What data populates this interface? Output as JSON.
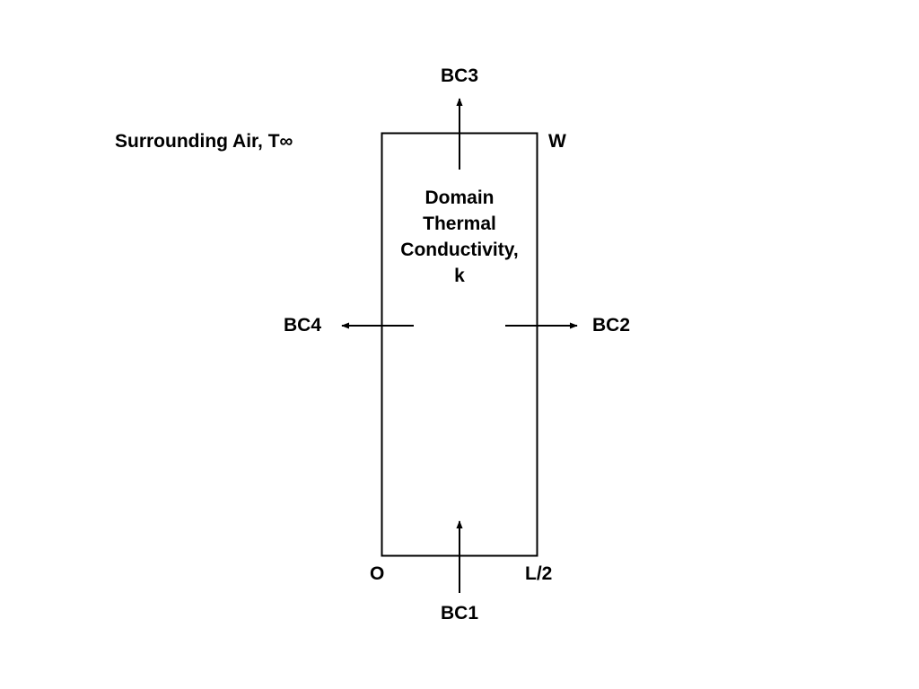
{
  "surrounding": {
    "label": "Surrounding Air, T∞"
  },
  "domain": {
    "lines": [
      "Domain",
      "Thermal",
      "Conductivity,",
      "k"
    ]
  },
  "boundary_conditions": {
    "bc1": "BC1",
    "bc2": "BC2",
    "bc3": "BC3",
    "bc4": "BC4"
  },
  "corners": {
    "origin": "O",
    "x_end": "L/2",
    "y_end": "W"
  },
  "colors": {
    "stroke": "#000000",
    "text": "#000000",
    "background": "#ffffff"
  }
}
